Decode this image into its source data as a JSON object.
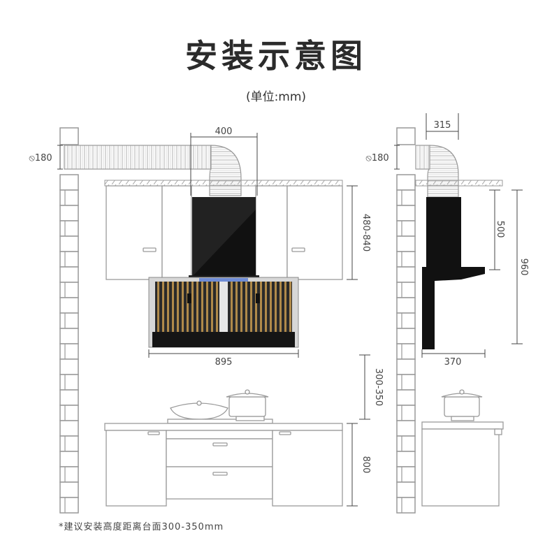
{
  "title": "安装示意图",
  "unit": "(单位:mm)",
  "note": "*建议安装高度距离台面300-350mm",
  "front": {
    "duct_diameter": "⦸180",
    "width_top": "400",
    "cabinet_height": "480-840",
    "hood_width": "895",
    "install_height": "300-350",
    "counter_height": "800"
  },
  "side": {
    "duct_diameter": "⦸180",
    "depth_top": "315",
    "column_height": "500",
    "total_height": "960",
    "hood_depth": "370"
  },
  "colors": {
    "line": "#999999",
    "dark": "#1a1a1a",
    "text": "#444444"
  }
}
